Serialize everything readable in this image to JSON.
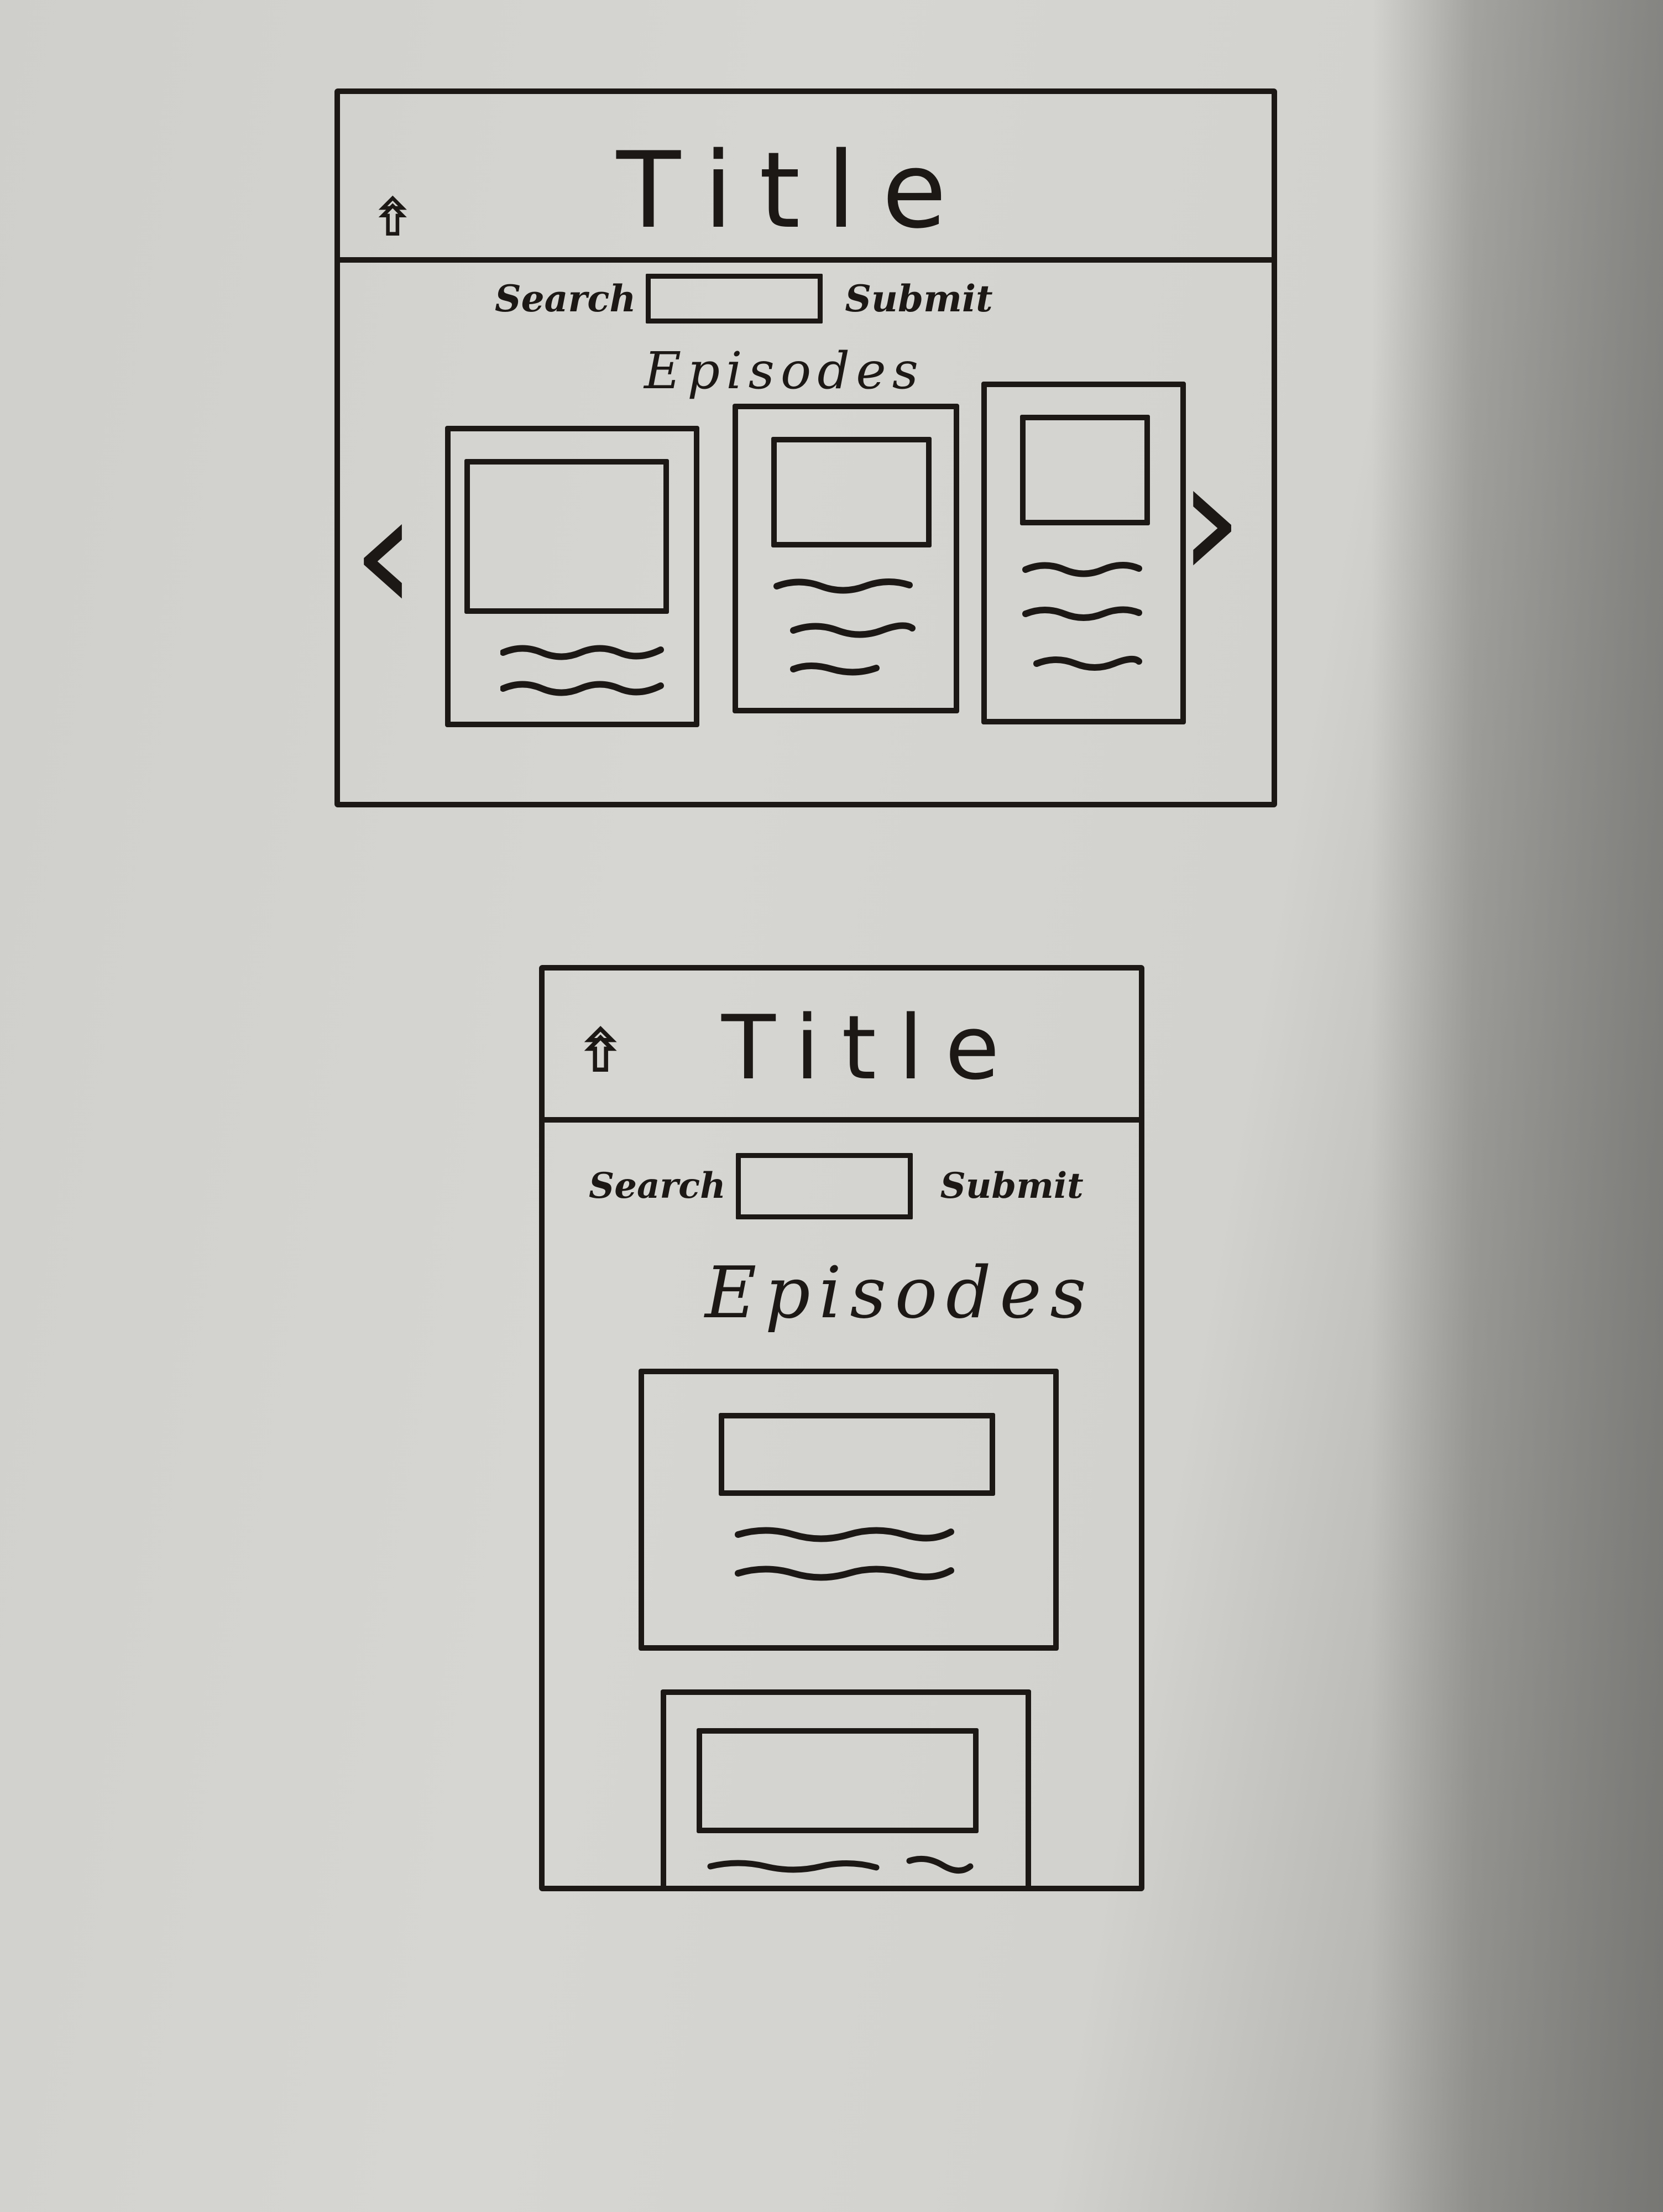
{
  "desktop": {
    "home_icon": "home-icon",
    "title": "Title",
    "search_label": "Search",
    "submit_label": "Submit",
    "section_title": "Episodes",
    "prev_arrow": "‹",
    "next_arrow": "›",
    "cards": [
      {
        "title_lines": 2
      },
      {
        "title_lines": 3
      },
      {
        "title_lines": 3
      }
    ]
  },
  "mobile": {
    "home_icon": "home-icon",
    "title": "Title",
    "search_label": "Search",
    "submit_label": "Submit",
    "section_title": "Episodes",
    "cards": [
      {
        "title_lines": 2
      },
      {
        "title_lines": 1
      }
    ]
  },
  "colors": {
    "marker": "#1c1815",
    "whiteboard": "#d4d4d0"
  }
}
